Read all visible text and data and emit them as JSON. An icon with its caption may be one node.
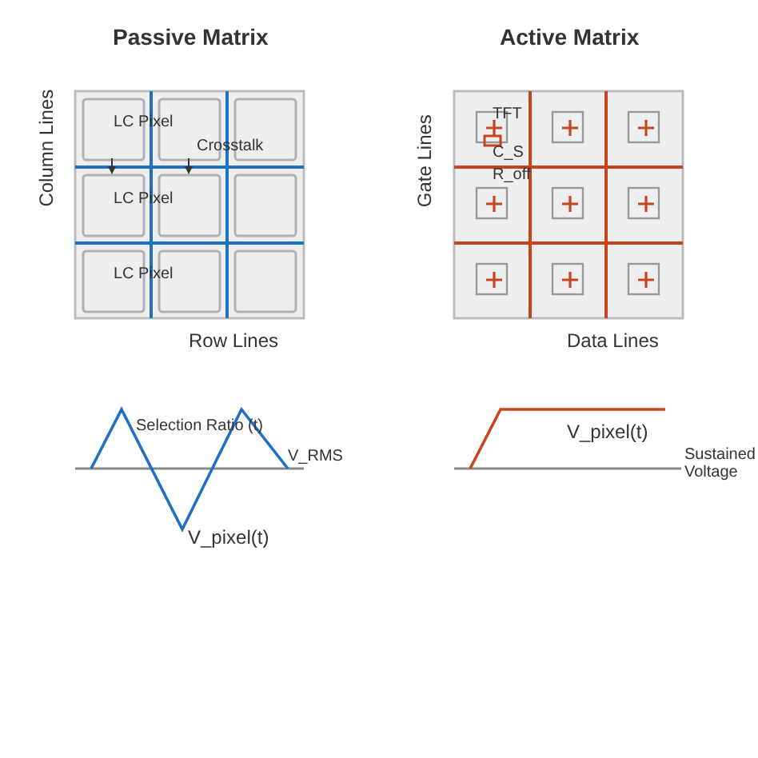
{
  "diagram": {
    "labels": [
      "Passive Matrix",
      "Active Matrix",
      "Column Lines",
      "LC Pixel",
      "Crosstalk",
      "LC Pixel",
      "LC Pixel",
      "Row Lines",
      "Gate Lines",
      "TFT",
      "C_S",
      "R_off",
      "Data Lines",
      "Selection Ratio (t)",
      "V_RMS",
      "V_pixel(t)",
      "V_pixel(t)",
      "Sustained Voltage"
    ]
  }
}
